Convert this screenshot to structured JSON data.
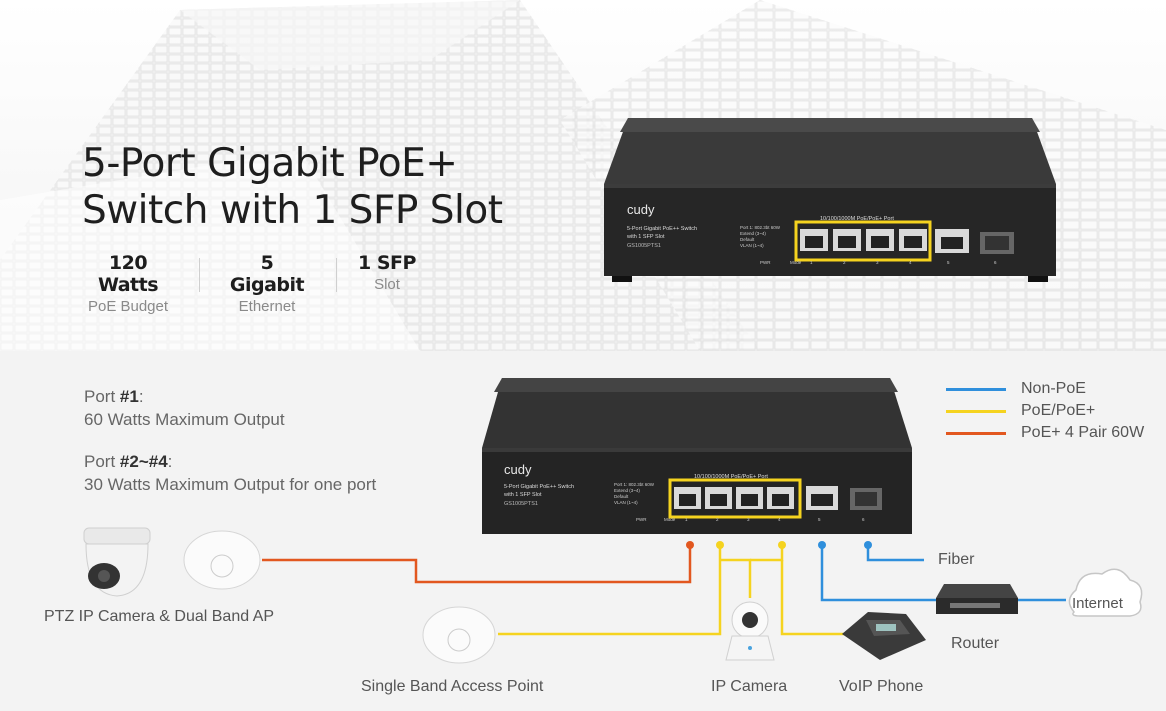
{
  "header": {
    "title_line1": "5-Port Gigabit PoE+",
    "title_line2": "Switch with 1 SFP Slot"
  },
  "stats": [
    {
      "value": "120 Watts",
      "label": "PoE Budget"
    },
    {
      "value": "5 Gigabit",
      "label": "Ethernet"
    },
    {
      "value": "1 SFP",
      "label": "Slot"
    }
  ],
  "device": {
    "brand": "cudy",
    "model_line1": "5-Port Gigabit PoE++ Switch",
    "model_line2": "with 1 SFP Slot",
    "model_code": "GS1005PTS1",
    "port_header": "10/100/1000M PoE/PoE+ Port",
    "mode_lines": [
      "Port 1: 802.3bt 60W",
      "Extend (3~4)",
      "Default",
      "VLAN (1~4)"
    ],
    "pwr_label": "PWR",
    "mode_label": "Mode",
    "port_numbers": [
      "1",
      "2",
      "3",
      "4",
      "5",
      "6"
    ]
  },
  "port_info": {
    "port1_prefix": "Port ",
    "port1_num": "#1",
    "port1_suffix": ":",
    "port1_desc": "60 Watts Maximum Output",
    "port24_prefix": "Port ",
    "port24_num": "#2~#4",
    "port24_suffix": ":",
    "port24_desc": "30 Watts Maximum Output for one port"
  },
  "legend": [
    {
      "label": "Non-PoE",
      "color": "#2f8fdc"
    },
    {
      "label": "PoE/PoE+",
      "color": "#f5d31f"
    },
    {
      "label": "PoE+ 4 Pair 60W",
      "color": "#e2571f"
    }
  ],
  "captions": {
    "ptz": "PTZ IP Camera & Dual Band AP",
    "single_ap": "Single Band Access Point",
    "ip_camera": "IP Camera",
    "voip": "VoIP Phone",
    "router": "Router",
    "fiber": "Fiber",
    "internet": "Internet"
  },
  "colors": {
    "non_poe": "#2f8fdc",
    "poe": "#f5d31f",
    "poe_60w": "#e2571f",
    "switch_body": "#2a2a2a"
  },
  "icons": [
    "building-background",
    "switch-device",
    "ptz-camera-icon",
    "access-point-icon",
    "ip-camera-icon",
    "voip-phone-icon",
    "router-icon",
    "cloud-icon"
  ]
}
